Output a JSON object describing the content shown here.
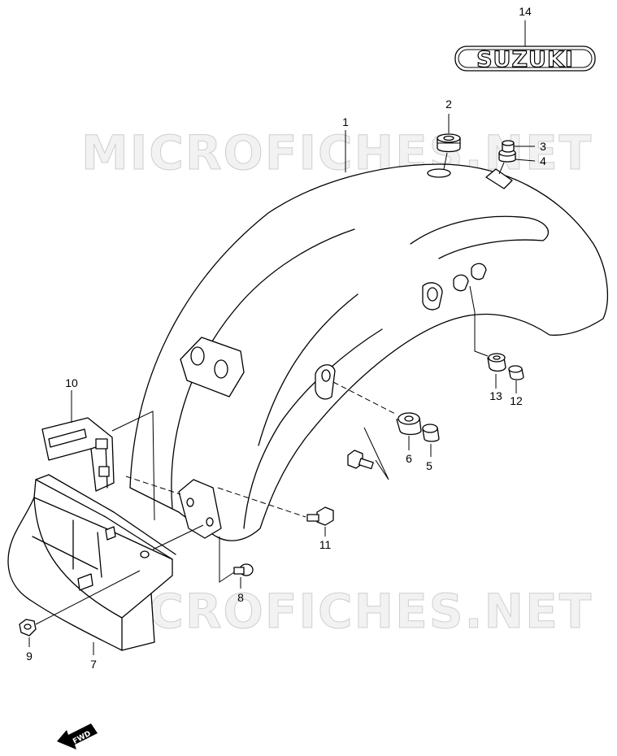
{
  "watermark": "MICROFICHES.NET",
  "logo_text": "SUZUKI",
  "fwd_text": "FWD",
  "callouts": {
    "p1": "1",
    "p2": "2",
    "p3": "3",
    "p4": "4",
    "p5": "5",
    "p6": "6",
    "p7": "7",
    "p8": "8",
    "p9": "9",
    "p10": "10",
    "p11": "11",
    "p12": "12",
    "p13": "13",
    "p14": "14"
  }
}
